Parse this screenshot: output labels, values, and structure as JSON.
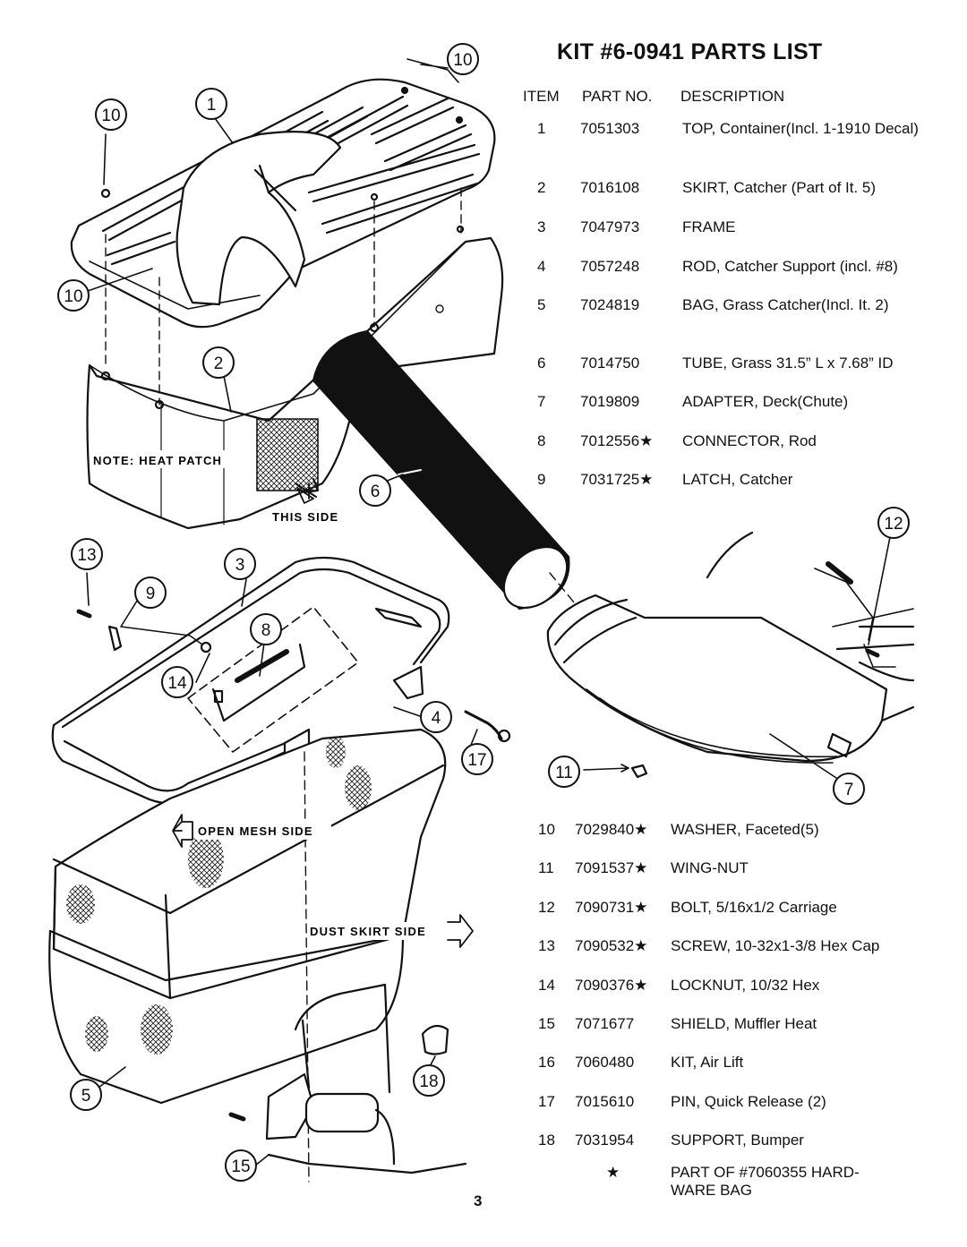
{
  "title": "KIT #6-0941 PARTS LIST",
  "columns": {
    "item": "ITEM",
    "part_no": "PART NO.",
    "description": "DESCRIPTION"
  },
  "parts_upper": [
    {
      "item": "1",
      "part_no": "7051303",
      "description": "TOP, Container(Incl. 1-1910 Decal)"
    },
    {
      "item": "2",
      "part_no": "7016108",
      "description": "SKIRT, Catcher (Part of It. 5)"
    },
    {
      "item": "3",
      "part_no": "7047973",
      "description": "FRAME"
    },
    {
      "item": "4",
      "part_no": "7057248",
      "description": "ROD, Catcher Support (incl. #8)"
    },
    {
      "item": "5",
      "part_no": "7024819",
      "description": "BAG, Grass Catcher(Incl. It. 2)"
    },
    {
      "item": "6",
      "part_no": "7014750",
      "description": "TUBE, Grass 31.5” L x 7.68” ID"
    },
    {
      "item": "7",
      "part_no": "7019809",
      "description": "ADAPTER, Deck(Chute)"
    },
    {
      "item": "8",
      "part_no": "7012556★",
      "description": "CONNECTOR, Rod"
    },
    {
      "item": "9",
      "part_no": "7031725★",
      "description": "LATCH, Catcher"
    }
  ],
  "parts_lower": [
    {
      "item": "10",
      "part_no": "7029840★",
      "description": "WASHER, Faceted(5)"
    },
    {
      "item": "11",
      "part_no": "7091537★",
      "description": "WING-NUT"
    },
    {
      "item": "12",
      "part_no": "7090731★",
      "description": "BOLT, 5/16x1/2 Carriage"
    },
    {
      "item": "13",
      "part_no": "7090532★",
      "description": "SCREW, 10-32x1-3/8 Hex Cap"
    },
    {
      "item": "14",
      "part_no": "7090376★",
      "description": "LOCKNUT, 10/32 Hex"
    },
    {
      "item": "15",
      "part_no": "7071677",
      "description": "SHIELD, Muffler Heat"
    },
    {
      "item": "16",
      "part_no": "7060480",
      "description": "KIT, Air Lift"
    },
    {
      "item": "17",
      "part_no": "7015610",
      "description": "PIN, Quick Release (2)"
    },
    {
      "item": "18",
      "part_no": "7031954",
      "description": "SUPPORT, Bumper"
    }
  ],
  "footnote": {
    "symbol": "★",
    "text": "PART OF #7060355 HARD-WARE BAG"
  },
  "diagram_labels": {
    "note_heat_patch": "NOTE: HEAT PATCH",
    "this_side": "THIS SIDE",
    "open_mesh_side": "OPEN MESH SIDE",
    "dust_skirt_side": "DUST SKIRT SIDE"
  },
  "callouts": [
    "10",
    "10",
    "1",
    "10",
    "2",
    "6",
    "13",
    "3",
    "9",
    "8",
    "14",
    "4",
    "17",
    "12",
    "11",
    "7",
    "5",
    "18",
    "15"
  ],
  "page_number": "3"
}
